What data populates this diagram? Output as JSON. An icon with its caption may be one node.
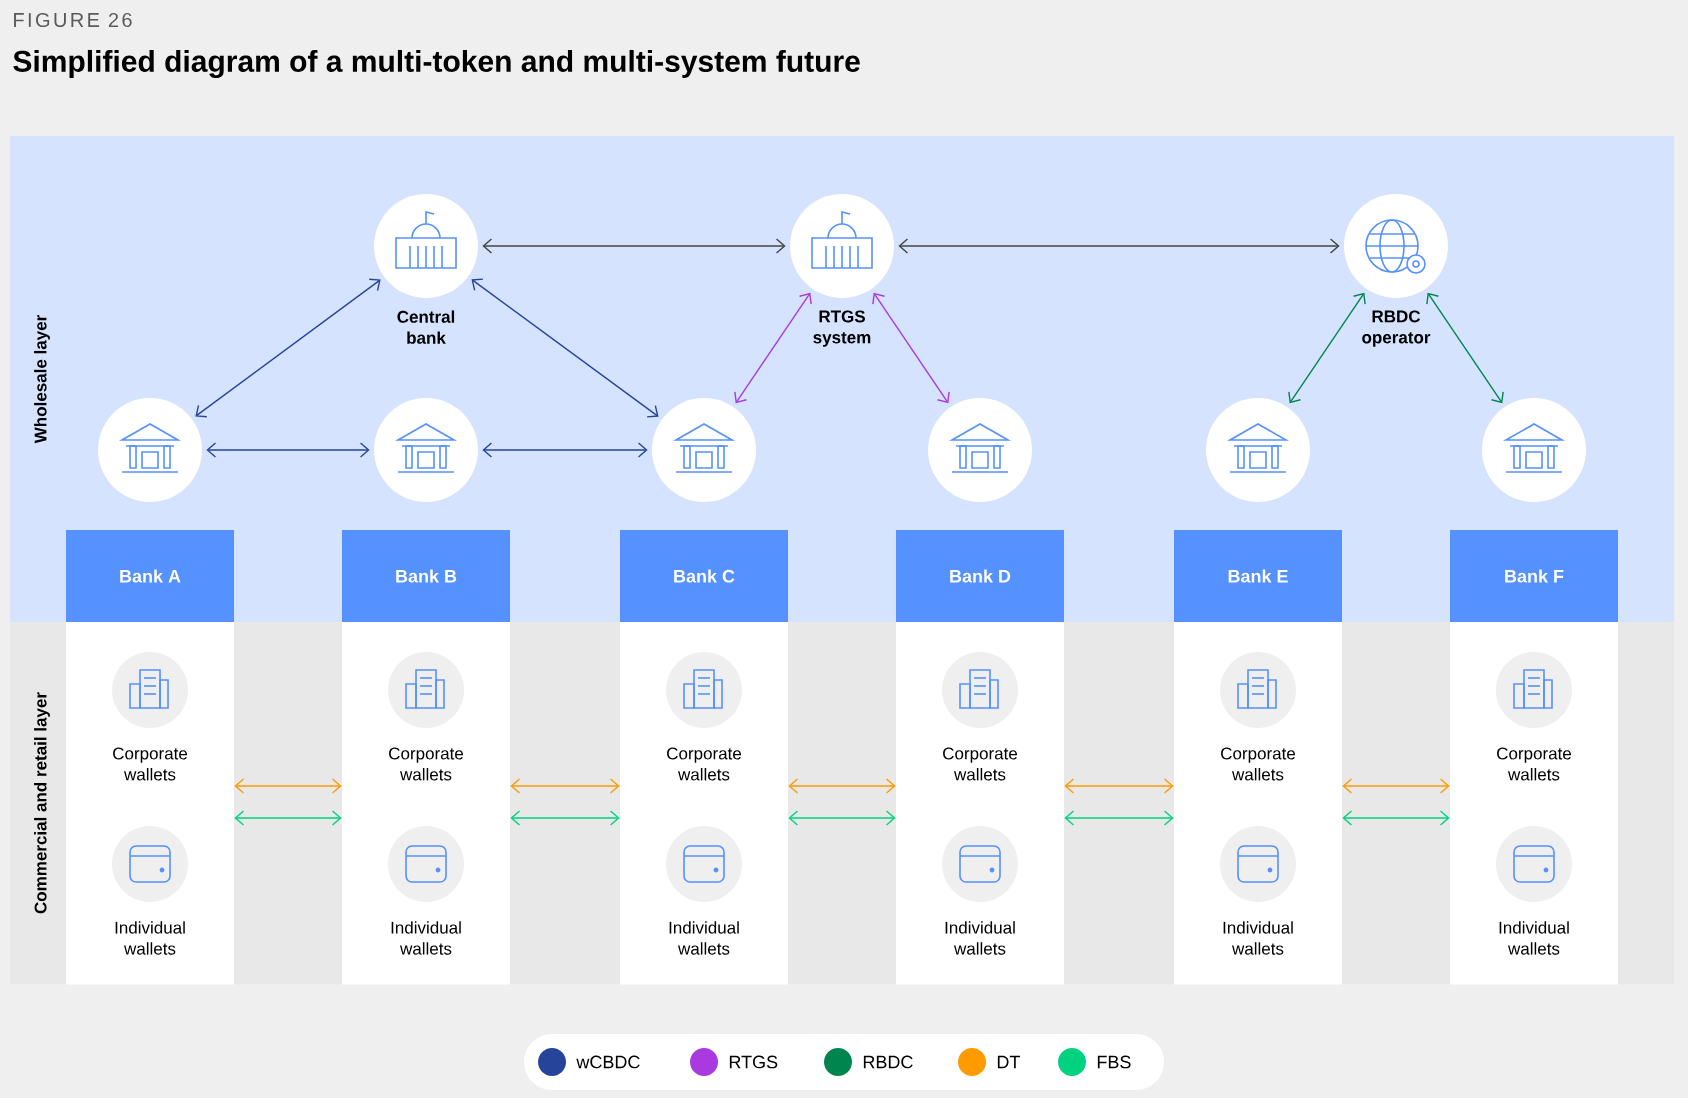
{
  "diagram": {
    "title": "Simplified diagram of a multi-token and multi-system future",
    "nodes": [
      {
        "text": [
          "Central bank"
        ]
      },
      {
        "text": [
          "RTGS system"
        ]
      },
      {
        "text": [
          "RBDC operator"
        ]
      },
      {
        "text": [],
        "shape": "circle"
      },
      {
        "text": [],
        "shape": "circle"
      },
      {
        "text": [],
        "shape": "circle"
      },
      {
        "text": [],
        "shape": "circle"
      },
      {
        "text": [],
        "shape": "circle"
      },
      {
        "text": [],
        "shape": "circle"
      },
      {
        "text": [
          "Bank A"
        ]
      },
      {
        "text": [
          "Corporate wallets"
        ],
        "in": 9
      },
      {
        "text": [
          "Individual wallets"
        ],
        "in": 9
      },
      {
        "text": [
          "Bank B"
        ]
      },
      {
        "text": [
          "Corporate wallets"
        ],
        "in": 12
      },
      {
        "text": [
          "Individual wallets"
        ],
        "in": 12
      },
      {
        "text": [
          "Bank C"
        ]
      },
      {
        "text": [
          "Corporate wallets"
        ],
        "in": 15
      },
      {
        "text": [
          "Individual wallets"
        ],
        "in": 15
      },
      {
        "text": [
          "Bank D"
        ]
      },
      {
        "text": [
          "Corporate wallets"
        ],
        "in": 18
      },
      {
        "text": [
          "Individual wallets"
        ],
        "in": 18
      },
      {
        "text": [
          "Bank E"
        ]
      },
      {
        "text": [
          "Corporate wallets"
        ],
        "in": 21
      },
      {
        "text": [
          "Individual wallets"
        ],
        "in": 21
      },
      {
        "text": [
          "Bank F"
        ]
      },
      {
        "text": [
          "Corporate wallets"
        ],
        "in": 24
      },
      {
        "text": [
          "Individual wallets"
        ],
        "in": 24
      }
    ],
    "edges": [
      {
        "from": 0,
        "to": 1,
        "arrow": "both",
        "color": "#444444"
      },
      {
        "from": 1,
        "to": 2,
        "arrow": "both",
        "color": "#444444"
      },
      {
        "from": 0,
        "to": 3,
        "arrow": "both",
        "color": "#26449a"
      },
      {
        "from": 0,
        "to": 5,
        "arrow": "both",
        "color": "#26449a"
      },
      {
        "from": 3,
        "to": 4,
        "arrow": "both",
        "color": "#26449a"
      },
      {
        "from": 4,
        "to": 5,
        "arrow": "both",
        "color": "#26449a"
      },
      {
        "from": 1,
        "to": 5,
        "arrow": "both",
        "color": "#a83adf"
      },
      {
        "from": 1,
        "to": 6,
        "arrow": "both",
        "color": "#a83adf"
      },
      {
        "from": 2,
        "to": 7,
        "arrow": "both",
        "color": "#00854f"
      },
      {
        "from": 2,
        "to": 8,
        "arrow": "both",
        "color": "#00854f"
      },
      {
        "from": 9,
        "to": 12,
        "arrow": "both",
        "color": "#ff9a00"
      },
      {
        "from": 9,
        "to": 12,
        "arrow": "both",
        "color": "#00d27f"
      },
      {
        "from": 12,
        "to": 15,
        "arrow": "both",
        "color": "#ff9a00"
      },
      {
        "from": 12,
        "to": 15,
        "arrow": "both",
        "color": "#00d27f"
      },
      {
        "from": 15,
        "to": 18,
        "arrow": "both",
        "color": "#ff9a00"
      },
      {
        "from": 15,
        "to": 18,
        "arrow": "both",
        "color": "#00d27f"
      },
      {
        "from": 18,
        "to": 21,
        "arrow": "both",
        "color": "#ff9a00"
      },
      {
        "from": 18,
        "to": 21,
        "arrow": "both",
        "color": "#00d27f"
      },
      {
        "from": 21,
        "to": 24,
        "arrow": "both",
        "color": "#ff9a00"
      },
      {
        "from": 21,
        "to": 24,
        "arrow": "both",
        "color": "#00d27f"
      }
    ],
    "labels": [
      "FIGURE 26",
      "Wholesale layer",
      "Commercial and retail layer"
    ],
    "legend": [
      {
        "text": "wCBDC",
        "color": "#26449a"
      },
      {
        "text": "RTGS",
        "color": "#a83adf"
      },
      {
        "text": "RBDC",
        "color": "#00854f"
      },
      {
        "text": "DT",
        "color": "#ff9a00"
      },
      {
        "text": "FBS",
        "color": "#00d27f"
      }
    ]
  }
}
